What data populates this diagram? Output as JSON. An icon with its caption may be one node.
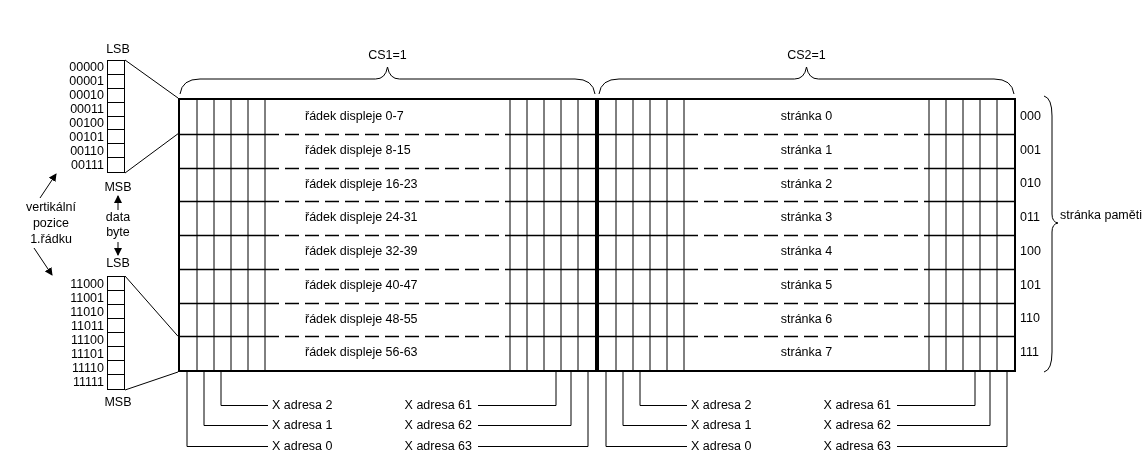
{
  "diagram": {
    "nodes": [
      {
        "text": [],
        "shape": "box"
      },
      {
        "text": [
          "řádek displeje 0-7"
        ],
        "in": 0
      },
      {
        "text": [
          "řádek displeje 8-15"
        ],
        "in": 0
      },
      {
        "text": [
          "řádek displeje 16-23"
        ],
        "in": 0
      },
      {
        "text": [
          "řádek displeje 24-31"
        ],
        "in": 0
      },
      {
        "text": [
          "řádek displeje 32-39"
        ],
        "in": 0
      },
      {
        "text": [
          "řádek displeje 40-47"
        ],
        "in": 0
      },
      {
        "text": [
          "řádek displeje 48-55"
        ],
        "in": 0
      },
      {
        "text": [
          "řádek displeje 56-63"
        ],
        "in": 0
      },
      {
        "text": [],
        "shape": "box"
      },
      {
        "text": [
          "stránka 0"
        ],
        "in": 9
      },
      {
        "text": [
          "stránka 1"
        ],
        "in": 9
      },
      {
        "text": [
          "stránka 2"
        ],
        "in": 9
      },
      {
        "text": [
          "stránka 3"
        ],
        "in": 9
      },
      {
        "text": [
          "stránka 4"
        ],
        "in": 9
      },
      {
        "text": [
          "stránka 5"
        ],
        "in": 9
      },
      {
        "text": [
          "stránka 6"
        ],
        "in": 9
      },
      {
        "text": [
          "stránka 7"
        ],
        "in": 9
      },
      {
        "text": [],
        "shape": "bar",
        "beside": [
          "00000",
          "00001",
          "00010",
          "00011",
          "00100",
          "00101",
          "00110",
          "00111"
        ]
      },
      {
        "text": [],
        "shape": "bar",
        "beside": [
          "11000",
          "11001",
          "11010",
          "11011",
          "11100",
          "11101",
          "11110",
          "11111"
        ]
      },
      {
        "text": [
          "vertikální pozice 1.řádku"
        ]
      },
      {
        "text": [
          "data byte"
        ]
      },
      {
        "text": [
          "MSB"
        ]
      },
      {
        "text": [
          "LSB"
        ]
      },
      {
        "text": [
          "X adresa 2"
        ]
      },
      {
        "text": [
          "X adresa 1"
        ]
      },
      {
        "text": [
          "X adresa 0"
        ]
      },
      {
        "text": [
          "X adresa 61"
        ]
      },
      {
        "text": [
          "X adresa 62"
        ]
      },
      {
        "text": [
          "X adresa 63"
        ]
      },
      {
        "text": [
          "X adresa 2"
        ]
      },
      {
        "text": [
          "X adresa 1"
        ]
      },
      {
        "text": [
          "X adresa 0"
        ]
      },
      {
        "text": [
          "X adresa 61"
        ]
      },
      {
        "text": [
          "X adresa 62"
        ]
      },
      {
        "text": [
          "X adresa 63"
        ]
      }
    ],
    "edges": [
      {
        "from": 18,
        "to": 0,
        "arrow": "none"
      },
      {
        "from": 18,
        "to": 0,
        "arrow": "none"
      },
      {
        "from": 19,
        "to": 0,
        "arrow": "none"
      },
      {
        "from": 19,
        "to": 0,
        "arrow": "none"
      },
      {
        "from": 20,
        "to": 18,
        "arrow": "to"
      },
      {
        "from": 20,
        "to": 19,
        "arrow": "to"
      },
      {
        "from": 21,
        "to": 22,
        "arrow": "to"
      },
      {
        "from": 21,
        "to": 23,
        "arrow": "to"
      },
      {
        "from": 24,
        "to": 0,
        "arrow": "none"
      },
      {
        "from": 25,
        "to": 0,
        "arrow": "none"
      },
      {
        "from": 26,
        "to": 0,
        "arrow": "none"
      },
      {
        "from": 27,
        "to": 0,
        "arrow": "none"
      },
      {
        "from": 28,
        "to": 0,
        "arrow": "none"
      },
      {
        "from": 29,
        "to": 0,
        "arrow": "none"
      },
      {
        "from": 30,
        "to": 9,
        "arrow": "none"
      },
      {
        "from": 31,
        "to": 9,
        "arrow": "none"
      },
      {
        "from": 32,
        "to": 9,
        "arrow": "none"
      },
      {
        "from": 33,
        "to": 9,
        "arrow": "none"
      },
      {
        "from": 34,
        "to": 9,
        "arrow": "none"
      },
      {
        "from": 35,
        "to": 9,
        "arrow": "none"
      }
    ],
    "labels": [
      "LSB",
      "CS1=1",
      "CS2=1",
      "000",
      "001",
      "010",
      "011",
      "100",
      "101",
      "110",
      "111",
      "stránka paměti",
      "MSB"
    ]
  }
}
